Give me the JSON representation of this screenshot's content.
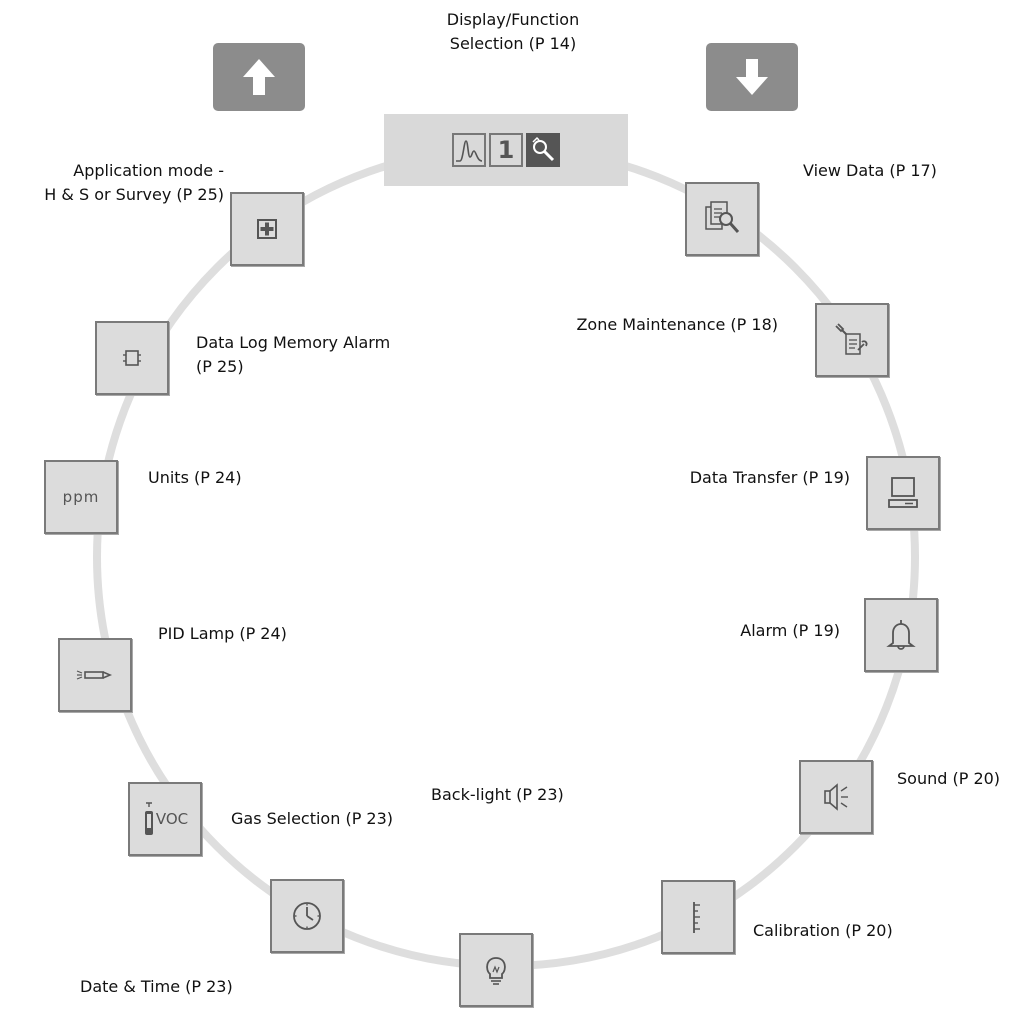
{
  "title": {
    "line1": "Display/Function",
    "line2": "Selection (P 14)"
  },
  "icons": {
    "up_button": "up-arrow-icon",
    "down_button": "down-arrow-icon",
    "function_bar": [
      "waveform-icon",
      "number-one-icon",
      "wrench-magnifier-icon"
    ]
  },
  "nodes": {
    "view_data": {
      "label": "View Data (P 17)",
      "icon": "document-magnifier-icon"
    },
    "zone_maintenance": {
      "label": "Zone Maintenance (P 18)",
      "icon": "document-wrench-icon"
    },
    "data_transfer": {
      "label": "Data Transfer (P 19)",
      "icon": "computer-icon"
    },
    "alarm": {
      "label": "Alarm (P 19)",
      "icon": "bell-icon"
    },
    "sound": {
      "label": "Sound (P 20)",
      "icon": "speaker-icon"
    },
    "calibration": {
      "label": "Calibration (P 20)",
      "icon": "ruler-icon"
    },
    "back_light": {
      "label": "Back-light (P 23)",
      "icon": "light-bulb-icon"
    },
    "date_time": {
      "label": "Date & Time (P 23)",
      "icon": "clock-icon"
    },
    "gas_selection": {
      "label": "Gas Selection (P 23)",
      "icon": "gas-cylinder-icon",
      "text": "VOC"
    },
    "pid_lamp": {
      "label": "PID Lamp (P 24)",
      "icon": "lamp-icon"
    },
    "units": {
      "label": "Units (P 24)",
      "icon": "units-icon",
      "text": "ppm"
    },
    "data_log_memory_alarm": {
      "line1": "Data Log Memory Alarm",
      "line2": "(P 25)",
      "icon": "memory-chip-icon"
    },
    "application_mode": {
      "line1": "Application mode -",
      "line2": "H & S or Survey (P 25)",
      "icon": "first-aid-icon"
    }
  },
  "colors": {
    "ring": "#dedede",
    "arrow_button": "#8c8c8c",
    "node_fill": "#dcdcdc",
    "node_border": "#7a7a7a"
  }
}
